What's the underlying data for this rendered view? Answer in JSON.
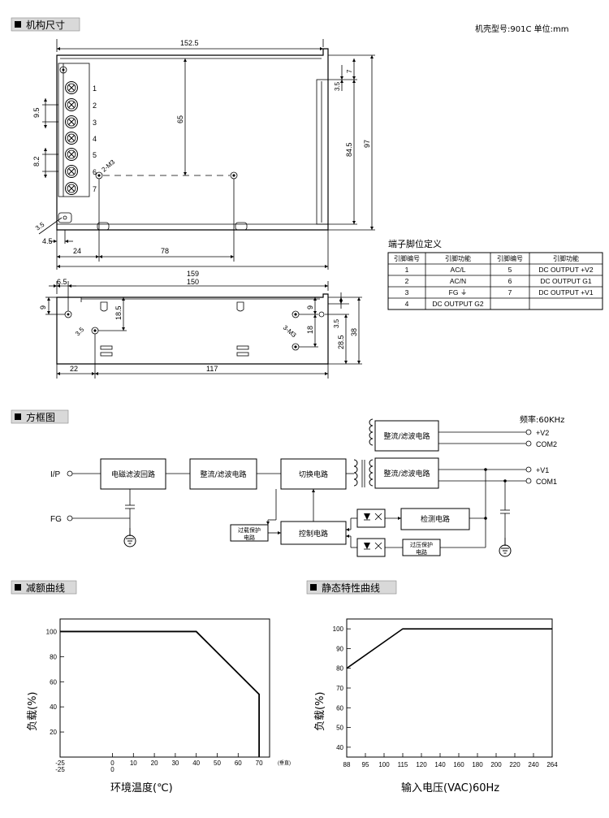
{
  "sections": {
    "dimensions": "机构尺寸",
    "block_diagram": "方框图",
    "derating": "减额曲线",
    "static": "静态特性曲线"
  },
  "case_info": "机壳型号:901C 单位:mm",
  "top_view": {
    "dims": {
      "d152_5": "152.5",
      "d65": "65",
      "d9_5": "9.5",
      "d8_2": "8.2",
      "d2m3": "2-M3",
      "d3_5a": "3.5",
      "d7": "7",
      "d84_5": "84.5",
      "d97": "97",
      "d3_5b": "3.5",
      "d4_5": "4.5",
      "d24": "24",
      "d78": "78",
      "d159": "159"
    },
    "terminal_numbers": [
      "1",
      "2",
      "3",
      "4",
      "5",
      "6",
      "7"
    ]
  },
  "side_view": {
    "dims": {
      "d6_5": "6.5",
      "d150": "150",
      "d9a": "9",
      "d3_5": "3.5",
      "d18_5": "18.5",
      "d9b": "9",
      "d18": "18",
      "d3_5r": "3.5",
      "d28_5": "28.5",
      "d38": "38",
      "d3m3": "3-M3",
      "d22": "22",
      "d117": "117"
    }
  },
  "pin_table": {
    "title": "端子脚位定义",
    "headers": [
      "引脚编号",
      "引脚功能",
      "引脚编号",
      "引脚功能"
    ],
    "rows": [
      [
        "1",
        "AC/L",
        "5",
        "DC OUTPUT +V2"
      ],
      [
        "2",
        "AC/N",
        "6",
        "DC OUTPUT G1"
      ],
      [
        "3",
        "FG ⏚",
        "7",
        "DC OUTPUT +V1"
      ],
      [
        "4",
        "DC OUTPUT G2",
        "",
        ""
      ]
    ]
  },
  "block": {
    "freq": "频率:60KHz",
    "ip": "I/P",
    "fg": "FG",
    "emi": "电磁滤波回路",
    "rect1": "整流/滤波电路",
    "switch": "切换电路",
    "rect_v2": "整流/滤波电路",
    "rect_v1": "整流/滤波电路",
    "detect": "检测电路",
    "control": "控制电路",
    "olp_1": "过载保护",
    "olp_2": "电路",
    "ovp_1": "过压保护",
    "ovp_2": "电路",
    "v2": "+V2",
    "com2": "COM2",
    "v1": "+V1",
    "com1": "COM1"
  },
  "chart_data": [
    {
      "type": "line",
      "xlabel": "环境温度(℃)",
      "ylabel": "负载(%)",
      "x_unit": "(垂直)",
      "x_ticks": [
        "-25",
        "0",
        "10",
        "20",
        "30",
        "40",
        "50",
        "60",
        "70"
      ],
      "x_ticks_sub": [
        "-25",
        "0"
      ],
      "y_ticks": [
        "20",
        "40",
        "60",
        "80",
        "100"
      ],
      "xlim": [
        -25,
        75
      ],
      "ylim": [
        0,
        110
      ],
      "series": [
        {
          "x": [
            -25,
            40,
            70,
            70
          ],
          "y": [
            100,
            100,
            50,
            0
          ]
        }
      ]
    },
    {
      "type": "line",
      "xlabel": "输入电压(VAC)60Hz",
      "ylabel": "负载(%)",
      "x_ticks": [
        "88",
        "95",
        "100",
        "115",
        "120",
        "140",
        "160",
        "180",
        "200",
        "220",
        "240",
        "264"
      ],
      "y_ticks": [
        "40",
        "50",
        "60",
        "70",
        "80",
        "90",
        "100"
      ],
      "ylim": [
        35,
        105
      ],
      "series": [
        {
          "x": [
            "88",
            "115",
            "264"
          ],
          "y": [
            80,
            100,
            100
          ]
        }
      ]
    }
  ]
}
